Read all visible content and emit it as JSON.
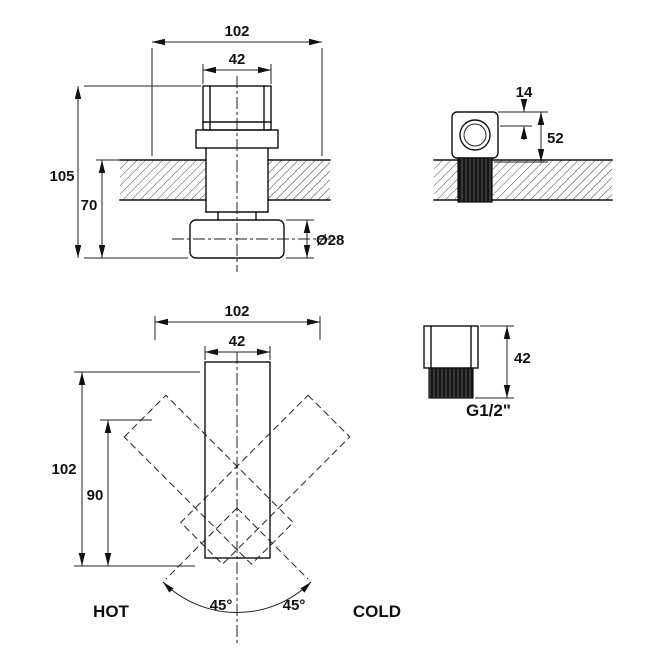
{
  "drawing": {
    "top_view": {
      "dim_total_width": "102",
      "dim_handle_width": "42",
      "dim_total_height": "105",
      "dim_below_height": "70",
      "dim_base_diameter": "Ø28",
      "inlet": {
        "dim_offset": "14",
        "dim_height": "52"
      }
    },
    "front_view": {
      "dim_total_width": "102",
      "dim_handle_width": "42",
      "dim_total_height": "102",
      "dim_inner_height": "90",
      "angle_left": "45°",
      "angle_right": "45°",
      "label_hot": "HOT",
      "label_cold": "COLD"
    },
    "fitting": {
      "dim_height": "42",
      "thread_label": "G1/2\""
    }
  }
}
